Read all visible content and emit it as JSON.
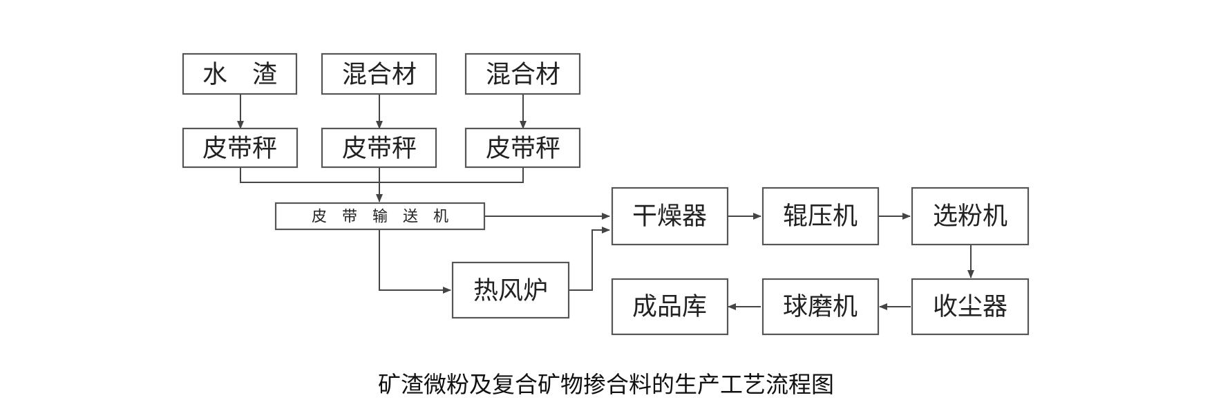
{
  "diagram": {
    "nodes": {
      "water_slag": "水　渣",
      "mix_material_1": "混合材",
      "mix_material_2": "混合材",
      "belt_scale_1": "皮带秤",
      "belt_scale_2": "皮带秤",
      "belt_scale_3": "皮带秤",
      "belt_conveyor": "皮　带　输　送　机",
      "hot_air_furnace": "热风炉",
      "dryer": "干燥器",
      "roller_press": "辊压机",
      "classifier": "选粉机",
      "dust_collector": "收尘器",
      "ball_mill": "球磨机",
      "product_silo": "成品库"
    },
    "edges": [
      [
        "water_slag",
        "belt_scale_1"
      ],
      [
        "mix_material_1",
        "belt_scale_2"
      ],
      [
        "mix_material_2",
        "belt_scale_3"
      ],
      [
        "belt_scale_1",
        "belt_conveyor"
      ],
      [
        "belt_scale_2",
        "belt_conveyor"
      ],
      [
        "belt_scale_3",
        "belt_conveyor"
      ],
      [
        "belt_conveyor",
        "dryer"
      ],
      [
        "belt_conveyor",
        "hot_air_furnace"
      ],
      [
        "hot_air_furnace",
        "dryer"
      ],
      [
        "dryer",
        "roller_press"
      ],
      [
        "roller_press",
        "classifier"
      ],
      [
        "classifier",
        "dust_collector"
      ],
      [
        "dust_collector",
        "ball_mill"
      ],
      [
        "ball_mill",
        "product_silo"
      ]
    ],
    "caption": "矿渣微粉及复合矿物掺合料的生产工艺流程图"
  }
}
